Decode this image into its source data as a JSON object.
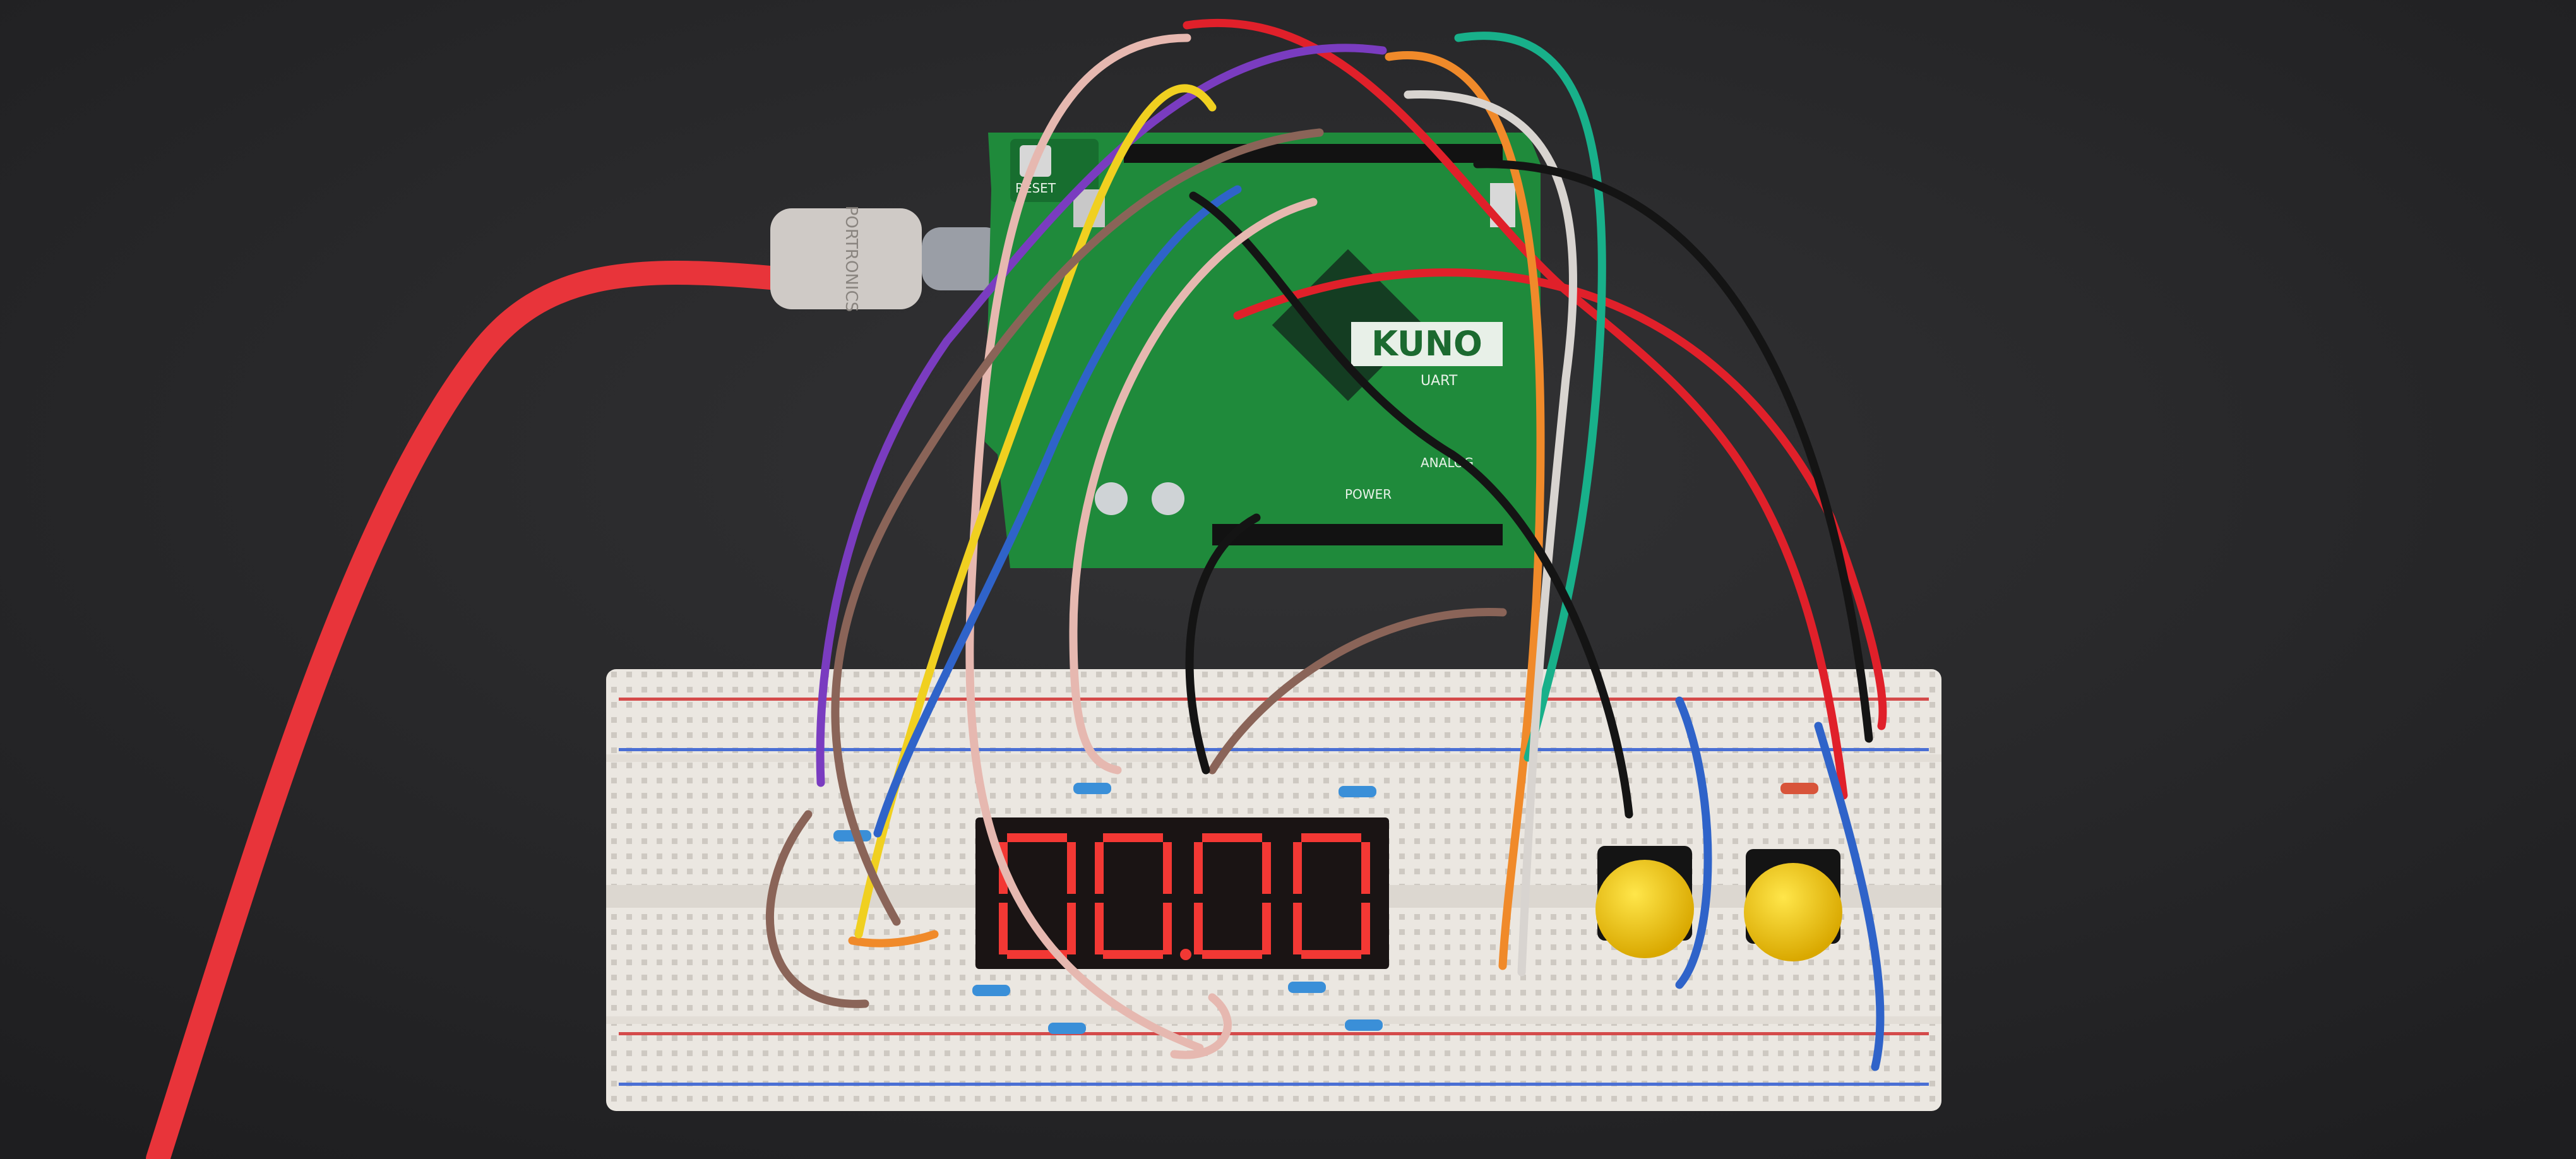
{
  "board": {
    "brand": "KUNO",
    "reset_label": "RESET",
    "uart_label": "UART",
    "power_label": "POWER",
    "analog_label": "ANALOG",
    "color": "#1f8a3b"
  },
  "cable": {
    "brand": "PORTRONICS",
    "color": "#e8343a"
  },
  "display": {
    "digits": 4,
    "segment_color": "#ff3a36",
    "body_color": "#1a1414"
  },
  "buttons": {
    "count": 2,
    "color": "#f5c800"
  },
  "wire_colors": {
    "red": "#e0202a",
    "purple": "#7a3cc0",
    "orange": "#f08a2a",
    "teal": "#18b08a",
    "white": "#d8d4d0",
    "yellow": "#f0d020",
    "blue": "#2f63c9",
    "brown": "#8a6458",
    "black": "#141414",
    "pink": "#e6b8b0"
  }
}
